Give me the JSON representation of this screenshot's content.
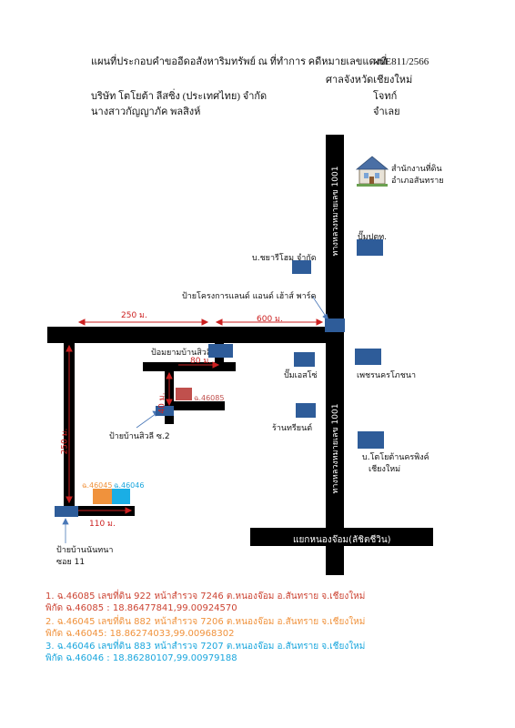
{
  "header": {
    "line1": "แผนที่ประกอบคำขออีดอสังหาริมทรัพย์ ณ ที่ทำการ คดีหมายเลขแดงที่",
    "case_no": "ผบE811/2566",
    "court": "ศาลจังหวัดเชียงใหม่",
    "plaintiff": "บริษัท โตโยต้า ลีสซิ่ง (ประเทศไทย) จำกัด",
    "plaintiff_role": "โจทก์",
    "defendant": "นางสาวกัญญาภัค พลสิงห์",
    "defendant_role": "จำเลย"
  },
  "roads": {
    "highway_top": "ทางหลวงหมายเลข 1001",
    "highway_bottom": "ทางหลวงหมายเลข 1001",
    "junction": "แยกหนองจ๊อม(ลัชิตชีวิน)"
  },
  "places": {
    "land_office_line1": "สำนักงานที่ดิน",
    "land_office_line2": "อำเภอสันทราย",
    "ptt": "ปั๊มปตท.",
    "chairi_home": "บ.ชยารีโฮม จำกัด",
    "land_and_house": "ป้ายโครงการแลนด์ แอนด์ เฮ้าส์ พาร์ค",
    "guard_post": "ป้อมยามบ้านสิวลี",
    "shell": "ปั๊มเอสโซ่",
    "phetrat": "เพชรนครโภชนา",
    "shop": "ร้านทรียนต์",
    "toyota_dealer_line1": "บ.โตโยต้านครพิงค์",
    "toyota_dealer_line2": "เชียงใหม่",
    "sivalee_sign": "ป้ายบ้านสิวลี ซ.2",
    "nunthana_sign_line1": "ป้ายบ้านนันทนา",
    "nunthana_sign_line2": "ซอย 11"
  },
  "distances": {
    "d250_top": "250 ม.",
    "d600": "600 ม.",
    "d80": "80 ม.",
    "d40": "40 ม.",
    "d250_left": "250 ม.",
    "d110": "110 ม."
  },
  "parcels": {
    "p46085": "ฉ.46085",
    "p46045": "ฉ.46045",
    "p46046": "ฉ.46046"
  },
  "legend": [
    {
      "line1": "1. ฉ.46085 เลขที่ดิน 922 หน้าสำรวจ 7246 ต.หนองจ๊อม อ.สันทราย จ.เชียงใหม่",
      "line2": "พิกัด ฉ.46085 : 18.86477841,99.00924570",
      "color": "#cc4433"
    },
    {
      "line1": "2. ฉ.46045 เลขที่ดิน 882 หน้าสำรวจ 7206 ต.หนองจ๊อม อ.สันทราย จ.เชียงใหม่",
      "line2": "พิกัด ฉ.46045: 18.86274033,99.00968302",
      "color": "#f0923c"
    },
    {
      "line1": "3. ฉ.46046 เลขที่ดิน 883 หน้าสำรวจ 7207 ต.หนองจ๊อม อ.สันทราย จ.เชียงใหม่",
      "line2": "พิกัด ฉ.46046 : 18.86280107,99.00979188",
      "color": "#1aa6dd"
    }
  ],
  "colors": {
    "road": "#000000",
    "building": "#2e5c99",
    "parcel_46085": "#c0504d",
    "parcel_46045": "#f0923c",
    "parcel_46046": "#1aaee5",
    "distance": "#cc2020"
  }
}
